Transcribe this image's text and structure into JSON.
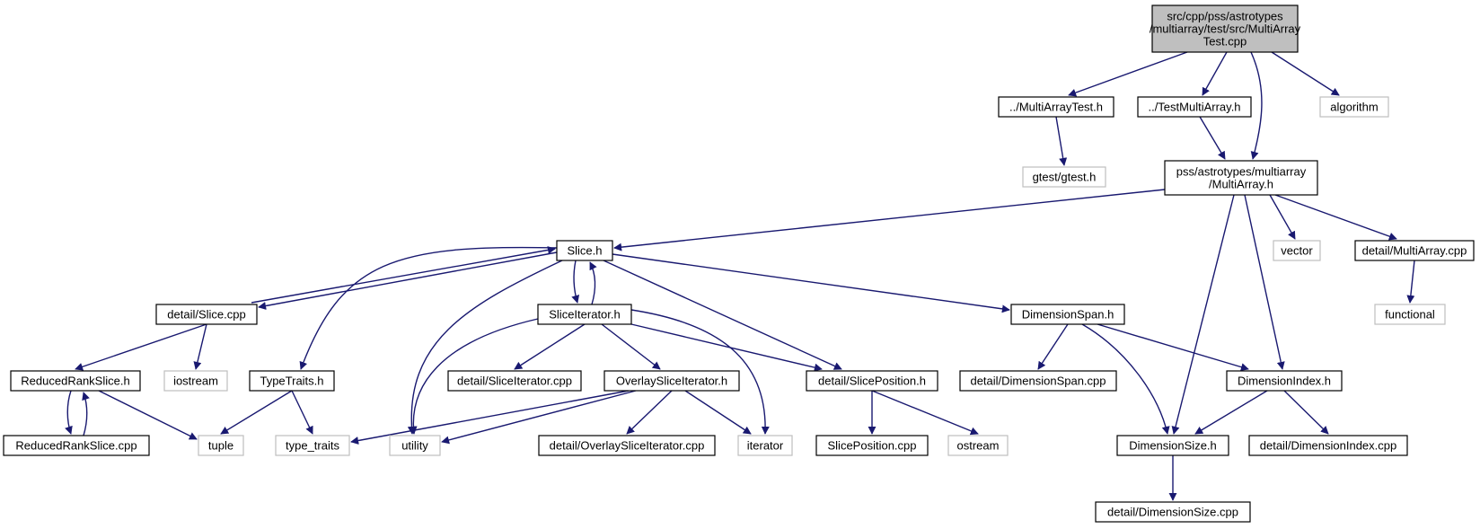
{
  "graph": {
    "root": {
      "lines": [
        "src/cpp/pss/astrotypes",
        "/multiarray/test/src/MultiArray",
        "Test.cpp"
      ]
    },
    "nodes": [
      {
        "id": "multiarraytest_h",
        "label": "../MultiArrayTest.h",
        "kind": "local"
      },
      {
        "id": "testmultiarray_h",
        "label": "../TestMultiArray.h",
        "kind": "local"
      },
      {
        "id": "algorithm",
        "label": "algorithm",
        "kind": "external"
      },
      {
        "id": "gtest",
        "label": "gtest/gtest.h",
        "kind": "external"
      },
      {
        "id": "multiarray_h",
        "lines": [
          "pss/astrotypes/multiarray",
          "/MultiArray.h"
        ],
        "kind": "local"
      },
      {
        "id": "slice_h",
        "label": "Slice.h",
        "kind": "local"
      },
      {
        "id": "vector",
        "label": "vector",
        "kind": "external"
      },
      {
        "id": "detail_multiarray_cpp",
        "label": "detail/MultiArray.cpp",
        "kind": "local"
      },
      {
        "id": "functional",
        "label": "functional",
        "kind": "external"
      },
      {
        "id": "detail_slice_cpp",
        "label": "detail/Slice.cpp",
        "kind": "local"
      },
      {
        "id": "sliceiterator_h",
        "label": "SliceIterator.h",
        "kind": "local"
      },
      {
        "id": "dimensionspan_h",
        "label": "DimensionSpan.h",
        "kind": "local"
      },
      {
        "id": "reducedrankslice_h",
        "label": "ReducedRankSlice.h",
        "kind": "local"
      },
      {
        "id": "iostream",
        "label": "iostream",
        "kind": "external"
      },
      {
        "id": "typetraits_h",
        "label": "TypeTraits.h",
        "kind": "local"
      },
      {
        "id": "detail_sliceiterator_cpp",
        "label": "detail/SliceIterator.cpp",
        "kind": "local"
      },
      {
        "id": "overlaysliceiterator_h",
        "label": "OverlaySliceIterator.h",
        "kind": "local"
      },
      {
        "id": "detail_sliceposition_h",
        "label": "detail/SlicePosition.h",
        "kind": "local"
      },
      {
        "id": "detail_dimensionspan_cpp",
        "label": "detail/DimensionSpan.cpp",
        "kind": "local"
      },
      {
        "id": "dimensionindex_h",
        "label": "DimensionIndex.h",
        "kind": "local"
      },
      {
        "id": "reducedrankslice_cpp",
        "label": "ReducedRankSlice.cpp",
        "kind": "local"
      },
      {
        "id": "tuple",
        "label": "tuple",
        "kind": "external"
      },
      {
        "id": "type_traits",
        "label": "type_traits",
        "kind": "external"
      },
      {
        "id": "utility",
        "label": "utility",
        "kind": "external"
      },
      {
        "id": "detail_overlaysliceiterator_cpp",
        "label": "detail/OverlaySliceIterator.cpp",
        "kind": "local"
      },
      {
        "id": "iterator",
        "label": "iterator",
        "kind": "external"
      },
      {
        "id": "sliceposition_cpp",
        "label": "SlicePosition.cpp",
        "kind": "local"
      },
      {
        "id": "ostream",
        "label": "ostream",
        "kind": "external"
      },
      {
        "id": "dimensionsize_h",
        "label": "DimensionSize.h",
        "kind": "local"
      },
      {
        "id": "detail_dimensionindex_cpp",
        "label": "detail/DimensionIndex.cpp",
        "kind": "local"
      },
      {
        "id": "detail_dimensionsize_cpp",
        "label": "detail/DimensionSize.cpp",
        "kind": "local"
      }
    ],
    "edges": [
      [
        "root",
        "multiarraytest_h"
      ],
      [
        "root",
        "testmultiarray_h"
      ],
      [
        "root",
        "multiarray_h"
      ],
      [
        "root",
        "algorithm"
      ],
      [
        "multiarraytest_h",
        "gtest"
      ],
      [
        "testmultiarray_h",
        "multiarray_h"
      ],
      [
        "multiarray_h",
        "slice_h"
      ],
      [
        "multiarray_h",
        "vector"
      ],
      [
        "multiarray_h",
        "detail_multiarray_cpp"
      ],
      [
        "multiarray_h",
        "dimensionindex_h"
      ],
      [
        "multiarray_h",
        "dimensionsize_h"
      ],
      [
        "detail_multiarray_cpp",
        "functional"
      ],
      [
        "slice_h",
        "detail_slice_cpp"
      ],
      [
        "detail_slice_cpp",
        "slice_h"
      ],
      [
        "slice_h",
        "sliceiterator_h"
      ],
      [
        "sliceiterator_h",
        "slice_h"
      ],
      [
        "slice_h",
        "typetraits_h"
      ],
      [
        "slice_h",
        "utility"
      ],
      [
        "slice_h",
        "detail_sliceposition_h"
      ],
      [
        "slice_h",
        "dimensionspan_h"
      ],
      [
        "detail_slice_cpp",
        "reducedrankslice_h"
      ],
      [
        "detail_slice_cpp",
        "iostream"
      ],
      [
        "reducedrankslice_h",
        "reducedrankslice_cpp"
      ],
      [
        "reducedrankslice_cpp",
        "reducedrankslice_h"
      ],
      [
        "reducedrankslice_h",
        "tuple"
      ],
      [
        "typetraits_h",
        "tuple"
      ],
      [
        "typetraits_h",
        "type_traits"
      ],
      [
        "sliceiterator_h",
        "utility"
      ],
      [
        "sliceiterator_h",
        "detail_sliceiterator_cpp"
      ],
      [
        "sliceiterator_h",
        "overlaysliceiterator_h"
      ],
      [
        "sliceiterator_h",
        "detail_sliceposition_h"
      ],
      [
        "sliceiterator_h",
        "iterator"
      ],
      [
        "overlaysliceiterator_h",
        "type_traits"
      ],
      [
        "overlaysliceiterator_h",
        "utility"
      ],
      [
        "overlaysliceiterator_h",
        "detail_overlaysliceiterator_cpp"
      ],
      [
        "overlaysliceiterator_h",
        "iterator"
      ],
      [
        "detail_sliceposition_h",
        "sliceposition_cpp"
      ],
      [
        "detail_sliceposition_h",
        "ostream"
      ],
      [
        "dimensionspan_h",
        "detail_dimensionspan_cpp"
      ],
      [
        "dimensionspan_h",
        "dimensionindex_h"
      ],
      [
        "dimensionspan_h",
        "dimensionsize_h"
      ],
      [
        "dimensionindex_h",
        "dimensionsize_h"
      ],
      [
        "dimensionindex_h",
        "detail_dimensionindex_cpp"
      ],
      [
        "dimensionsize_h",
        "detail_dimensionsize_cpp"
      ]
    ]
  },
  "colors": {
    "edge": "#191970",
    "local_border": "#000000",
    "external_border": "#bfbfbf",
    "root_fill": "#bfbfbf"
  }
}
